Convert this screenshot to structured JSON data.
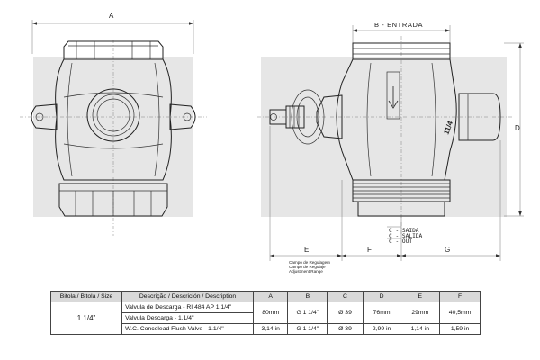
{
  "dimensions": {
    "a_label": "A",
    "b_label": "B - ENTRADA",
    "d_label": "D",
    "e_label": "E",
    "f_label": "F",
    "g_label": "G",
    "outlet_c_lines": [
      "C - SAIDA",
      "C - SALIDA",
      "C - OUT"
    ],
    "adjust_range_lines": [
      "Campo de Regulagem",
      "Campo de Regulaje",
      "Adjustment Range"
    ],
    "body_marking": "11/4"
  },
  "table": {
    "headers": [
      "Bitola / Bitola / Size",
      "Descrição / Descrición / Description",
      "A",
      "B",
      "C",
      "D",
      "E",
      "F"
    ],
    "size": "1 1/4\"",
    "descriptions": [
      "Valvula de Descarga - RI 484 AP 1.1/4\"",
      "Valvula Descarga - 1.1/4\"",
      "W.C. Concelead Flush Valve - 1.1/4\""
    ],
    "rows": [
      {
        "unit": "mm",
        "A": "80mm",
        "B": "G 1 1/4\"",
        "C": "Ø 39",
        "D": "76mm",
        "E": "29mm",
        "F": "40,5mm"
      },
      {
        "unit": "in",
        "A": "3,14 in",
        "B": "G 1 1/4\"",
        "C": "Ø 39",
        "D": "2,99 in",
        "E": "1,14 in",
        "F": "1,59 in"
      }
    ]
  }
}
